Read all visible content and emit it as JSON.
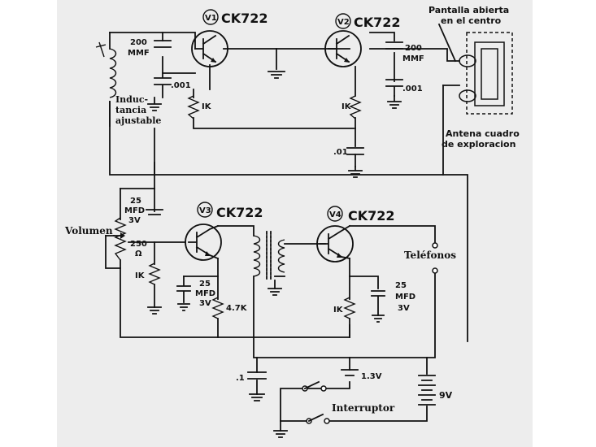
{
  "transistors": {
    "v1": {
      "tag": "V1",
      "model": "CK722"
    },
    "v2": {
      "tag": "V2",
      "model": "CK722"
    },
    "v3": {
      "tag": "V3",
      "model": "CK722"
    },
    "v4": {
      "tag": "V4",
      "model": "CK722"
    }
  },
  "labels": {
    "shield_line1": "Pantalla abierta",
    "shield_line2": "en el centro",
    "loop_line1": "Antena cuadro",
    "loop_line2": "de exploracion",
    "inductor_line1": "Induc-",
    "inductor_line2": "tancia",
    "inductor_line3": "ajustable",
    "volume": "Volumen",
    "phones": "Teléfonos",
    "switch": "Interruptor"
  },
  "components": {
    "c1_a": "200",
    "c1_b": "MMF",
    "c2_a": "200",
    "c2_b": "MMF",
    "c3": ".001",
    "c4": ".001",
    "r1": "IK",
    "r2": "IK",
    "c5": ".01",
    "c6_a": "25",
    "c6_b": "MFD",
    "c6_c": "3V",
    "pot_a": "250",
    "pot_b": "Ω",
    "r3": "IK",
    "c7_a": "25",
    "c7_b": "MFD",
    "c7_c": "3V",
    "r4": "4.7K",
    "r5": "IK",
    "c8_a": "25",
    "c8_b": "MFD",
    "c8_c": "3V",
    "c9": ".1",
    "batt1": "1.3V",
    "batt2": "9V"
  }
}
